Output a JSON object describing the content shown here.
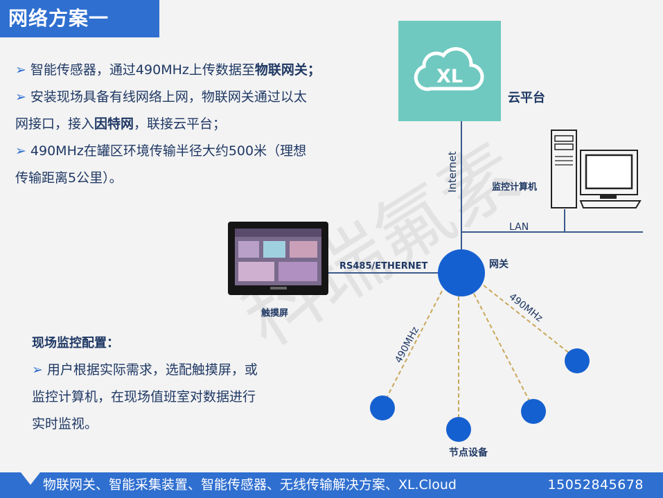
{
  "title": "网络方案一",
  "bullets": {
    "b1_pre": "智能传感器，通过490MHz上传数据至",
    "b1_bold": "物联网关；",
    "b2_pre": "安装现场具备有线网络上网，物联网关通过以太",
    "b2_line2_pre": "网接口，接入",
    "b2_bold": "因特网",
    "b2_post": "，联接云平台；",
    "b3_line1": "490MHz在罐区环境传输半径大约500米（理想",
    "b3_line2": "传输距离5公里）。"
  },
  "config": {
    "heading": "现场监控配置：",
    "line1": "用户根据实际需求，选配触摸屏，或",
    "line2": "监控计算机，在现场值班室对数据进行",
    "line3": "实时监视。"
  },
  "diagram": {
    "cloud_logo_text": "XL",
    "cloud_label": "云平台",
    "internet_label": "Internet",
    "computer_label": "监控计算机",
    "lan_label": "LAN",
    "touchscreen_label": "触摸屏",
    "link_label": "RS485/ETHERNET",
    "gateway_label": "网关",
    "freq_label_left": "490MHz",
    "freq_label_right": "490MHz",
    "node_label": "节点设备",
    "watermark": "科瑞氟素"
  },
  "colors": {
    "accent": "#2f6fd0",
    "cloud_bg": "#6fc9c0",
    "node": "#1560d0",
    "dashed": "#c9a75a",
    "line": "#3a5a8c"
  },
  "footer": {
    "text": "物联网关、智能采集装置、智能传感器、无线传输解决方案、XL.Cloud",
    "phone": "15052845678"
  }
}
